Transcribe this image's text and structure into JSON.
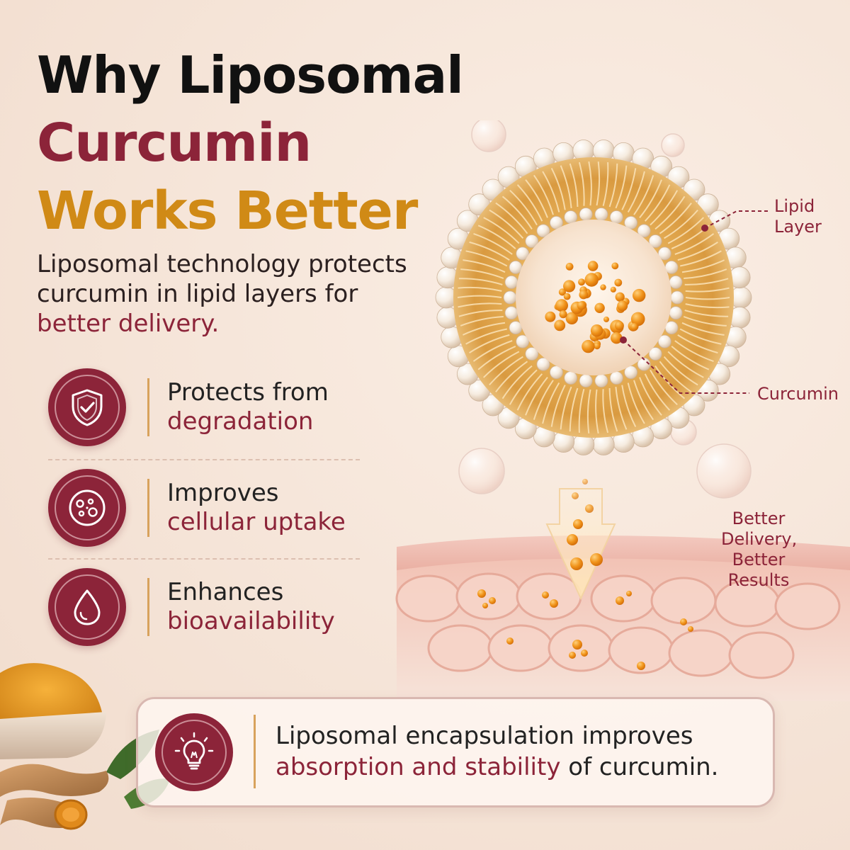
{
  "title": {
    "line1": "Why Liposomal",
    "line2": "Curcumin",
    "line3": "Works Better"
  },
  "intro": {
    "line1": "Liposomal technology protects",
    "line2": "curcumin in lipid layers for",
    "line3": "better delivery."
  },
  "features": [
    {
      "icon": "shield-check-icon",
      "line1": "Protects from",
      "line2": "degradation"
    },
    {
      "icon": "cells-icon",
      "line1": "Improves",
      "line2": "cellular uptake"
    },
    {
      "icon": "water-drop-icon",
      "line1": "Enhances",
      "line2": "bioavailability"
    }
  ],
  "diagram_labels": {
    "lipid_line1": "Lipid",
    "lipid_line2": "Layer",
    "curcumin": "Curcumin",
    "delivery_line1": "Better",
    "delivery_line2": "Delivery,",
    "delivery_line3": "Better",
    "delivery_line4": "Results"
  },
  "bottom": {
    "icon": "lightbulb-icon",
    "line1": "Liposomal encapsulation improves",
    "line2_highlight": "absorption and stability",
    "line2_rest": " of curcumin."
  },
  "colors": {
    "maroon": "#8c2439",
    "gold": "#d08a16",
    "dark": "#111111",
    "background": "#f6e6da"
  }
}
